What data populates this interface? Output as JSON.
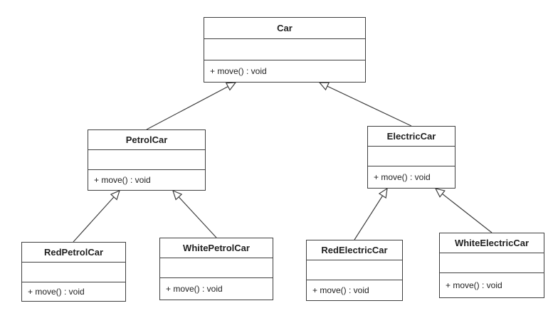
{
  "diagram": {
    "type": "uml-class-diagram",
    "colors": {
      "border": "#3f3f3f",
      "background": "#ffffff",
      "text": "#1f1f1f"
    },
    "classes": [
      {
        "name": "Car",
        "attributes": "",
        "methods": "+ move() : void"
      },
      {
        "name": "PetrolCar",
        "attributes": "",
        "methods": "+ move() : void"
      },
      {
        "name": "ElectricCar",
        "attributes": "",
        "methods": "+ move() : void"
      },
      {
        "name": "RedPetrolCar",
        "attributes": "",
        "methods": "+ move() : void"
      },
      {
        "name": "WhitePetrolCar",
        "attributes": "",
        "methods": "+ move() : void"
      },
      {
        "name": "RedElectricCar",
        "attributes": "",
        "methods": "+ move() : void"
      },
      {
        "name": "WhiteElectricCar",
        "attributes": "",
        "methods": "+ move() : void"
      }
    ],
    "relations": [
      {
        "from": "PetrolCar",
        "to": "Car",
        "type": "generalization"
      },
      {
        "from": "ElectricCar",
        "to": "Car",
        "type": "generalization"
      },
      {
        "from": "RedPetrolCar",
        "to": "PetrolCar",
        "type": "generalization"
      },
      {
        "from": "WhitePetrolCar",
        "to": "PetrolCar",
        "type": "generalization"
      },
      {
        "from": "RedElectricCar",
        "to": "ElectricCar",
        "type": "generalization"
      },
      {
        "from": "WhiteElectricCar",
        "to": "ElectricCar",
        "type": "generalization"
      }
    ]
  }
}
